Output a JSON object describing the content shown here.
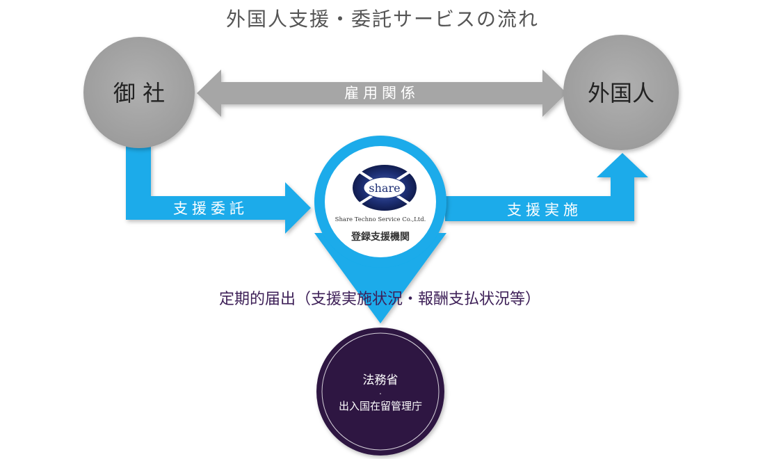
{
  "title": "外国人支援・委託サービスの流れ",
  "nodes": {
    "company": "御 社",
    "foreigner": "外国人",
    "hub": {
      "logo_word": "share",
      "company_name": "Share Techno Service Co.,Ltd.",
      "role": "登録支援機関"
    },
    "ministry": {
      "line1": "法務省",
      "separator": "・",
      "line2": "出入国在留管理庁"
    }
  },
  "arrows": {
    "employment": "雇用関係",
    "consignment": "支援委託",
    "implementation": "支援実施",
    "report": "定期的届出（支援実施状況・報酬支払状況等）"
  },
  "colors": {
    "gray_node": "#a3a3a3",
    "gray_arrow": "#a6a6a6",
    "blue": "#1aabea",
    "ministry": "#2d1642",
    "title_text": "#555555",
    "report_text": "#3d1f57"
  }
}
